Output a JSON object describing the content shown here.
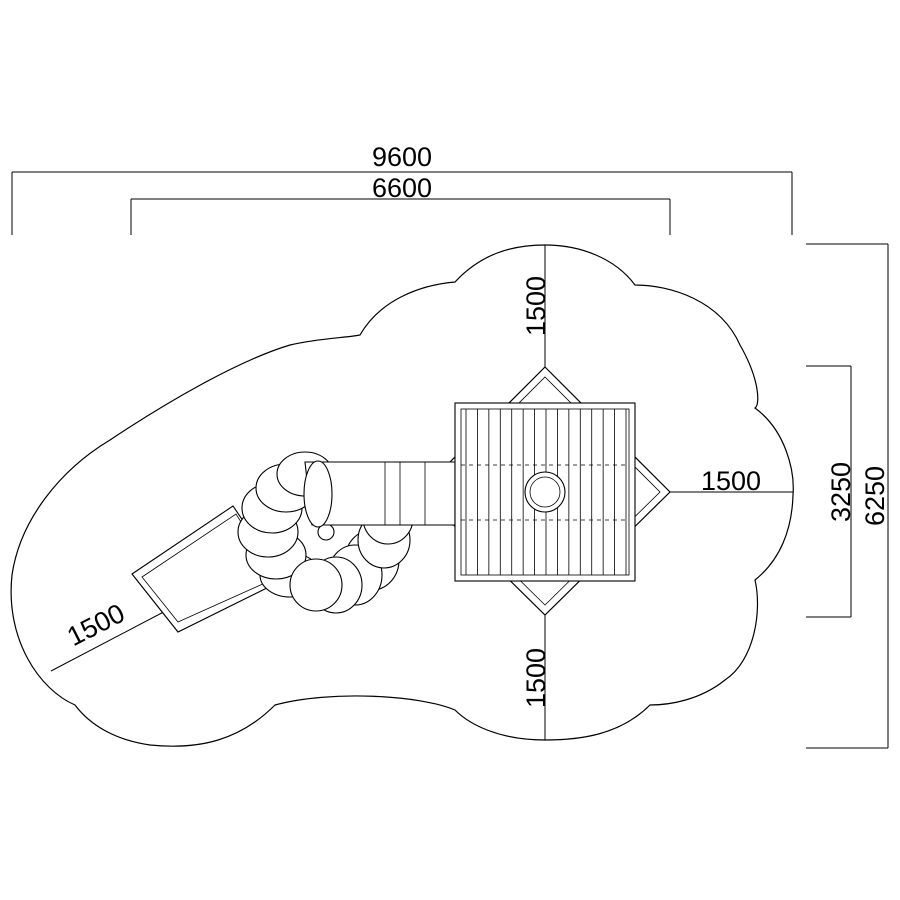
{
  "dimensions": {
    "overall_width": "9600",
    "structure_width": "6600",
    "overall_depth": "6250",
    "structure_depth": "3250",
    "clearance_top": "1500",
    "clearance_bottom": "1500",
    "clearance_right": "1500",
    "clearance_left": "1500"
  }
}
